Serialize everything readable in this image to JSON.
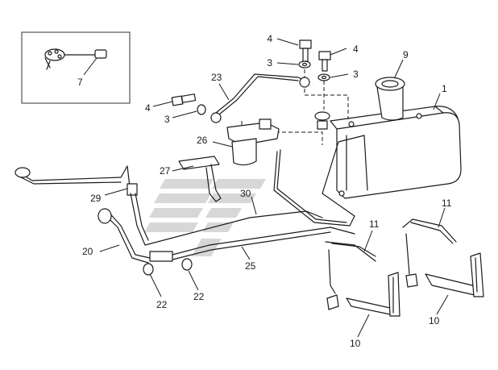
{
  "diagram": {
    "callouts": [
      {
        "id": "c4a",
        "label": "4"
      },
      {
        "id": "c4b",
        "label": "4"
      },
      {
        "id": "c3a",
        "label": "3"
      },
      {
        "id": "c3b",
        "label": "3"
      },
      {
        "id": "c9",
        "label": "9"
      },
      {
        "id": "c23",
        "label": "23"
      },
      {
        "id": "c1",
        "label": "1"
      },
      {
        "id": "c7",
        "label": "7"
      },
      {
        "id": "c4c",
        "label": "4"
      },
      {
        "id": "c3c",
        "label": "3"
      },
      {
        "id": "c26",
        "label": "26"
      },
      {
        "id": "c27",
        "label": "27"
      },
      {
        "id": "c30",
        "label": "30"
      },
      {
        "id": "c29",
        "label": "29"
      },
      {
        "id": "c11a",
        "label": "11"
      },
      {
        "id": "c11b",
        "label": "11"
      },
      {
        "id": "c20",
        "label": "20"
      },
      {
        "id": "c25",
        "label": "25"
      },
      {
        "id": "c22a",
        "label": "22"
      },
      {
        "id": "c22b",
        "label": "22"
      },
      {
        "id": "c10a",
        "label": "10"
      },
      {
        "id": "c10b",
        "label": "10"
      }
    ]
  }
}
